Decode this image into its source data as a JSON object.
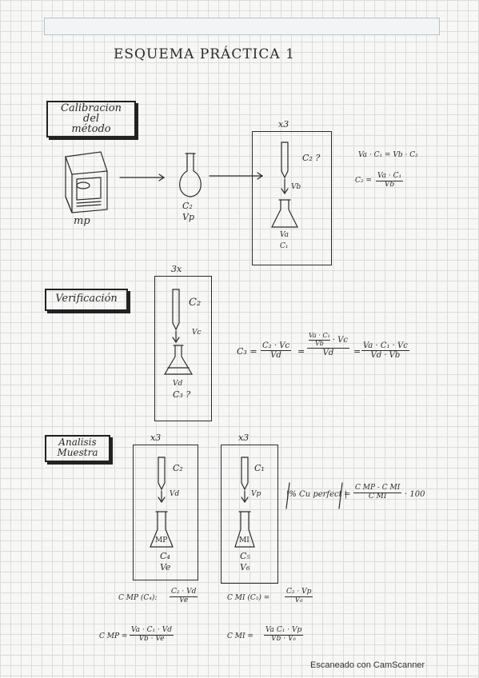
{
  "title": "ESQUEMA PRÁCTICA 1",
  "section1": {
    "label_line1": "Calibracion",
    "label_line2": "del",
    "label_line3": "método",
    "balance_label": "mp",
    "flask_c": "C₂",
    "flask_v": "Vp",
    "repeat": "x3",
    "pipette_label": "C₂ ?",
    "pipette_vol": "Vb",
    "erlen_v": "Va",
    "erlen_c": "C₁",
    "eq1": "Va · C₁ = Vb · C₂",
    "eq2_lhs": "C₂ =",
    "eq2_num": "Va · C₁",
    "eq2_den": "Vb"
  },
  "section2": {
    "label": "Verificación",
    "repeat": "3x",
    "pipette_label": "C₂",
    "pipette_vol": "Vc",
    "erlen_v": "Vd",
    "erlen_c": "C₃ ?",
    "eq_lhs": "C₃ =",
    "f1_num": "C₂ · Vc",
    "f1_den": "Vd",
    "f2_num_top": "Va · C₁",
    "f2_num_bot": "Vb",
    "f2_num_tail": "· Vc",
    "f2_den": "Vd",
    "f3_num": "Va · C₁ · Vc",
    "f3_den": "Vd · Vb",
    "eq": "="
  },
  "section3": {
    "label_line1": "Analisis",
    "label_line2": "Muestra",
    "left": {
      "repeat": "x3",
      "pipette_label": "C₂",
      "pipette_vol": "Vd",
      "flask_text": "MP",
      "flask_c": "C₄",
      "flask_v": "Ve"
    },
    "right": {
      "repeat": "x3",
      "pipette_label": "C₁",
      "pipette_vol": "Vp",
      "flask_text": "MI",
      "flask_c": "C₅",
      "flask_v": "V₆"
    },
    "percent_lhs": "|% Cu perfect |",
    "percent_num": "C MP - C MI",
    "percent_den": "C MI",
    "percent_tail": "· 100",
    "f_mp_lhs": "C MP (C₄):",
    "f_mp_num": "C₂ · Vd",
    "f_mp_den": "Ve",
    "f_mi_lhs": "C MI (C₅) =",
    "f_mi_num": "C₂ · Vp",
    "f_mi_den": "V₆",
    "g_mp_lhs": "C MP =",
    "g_mp_num": "Va · C₁ · Vd",
    "g_mp_den": "Vb · Ve",
    "g_mi_lhs": "C MI =",
    "g_mi_num": "Va C₁ · Vp",
    "g_mi_den": "Vb · V₆"
  },
  "footer": "Escaneado con CamScanner"
}
